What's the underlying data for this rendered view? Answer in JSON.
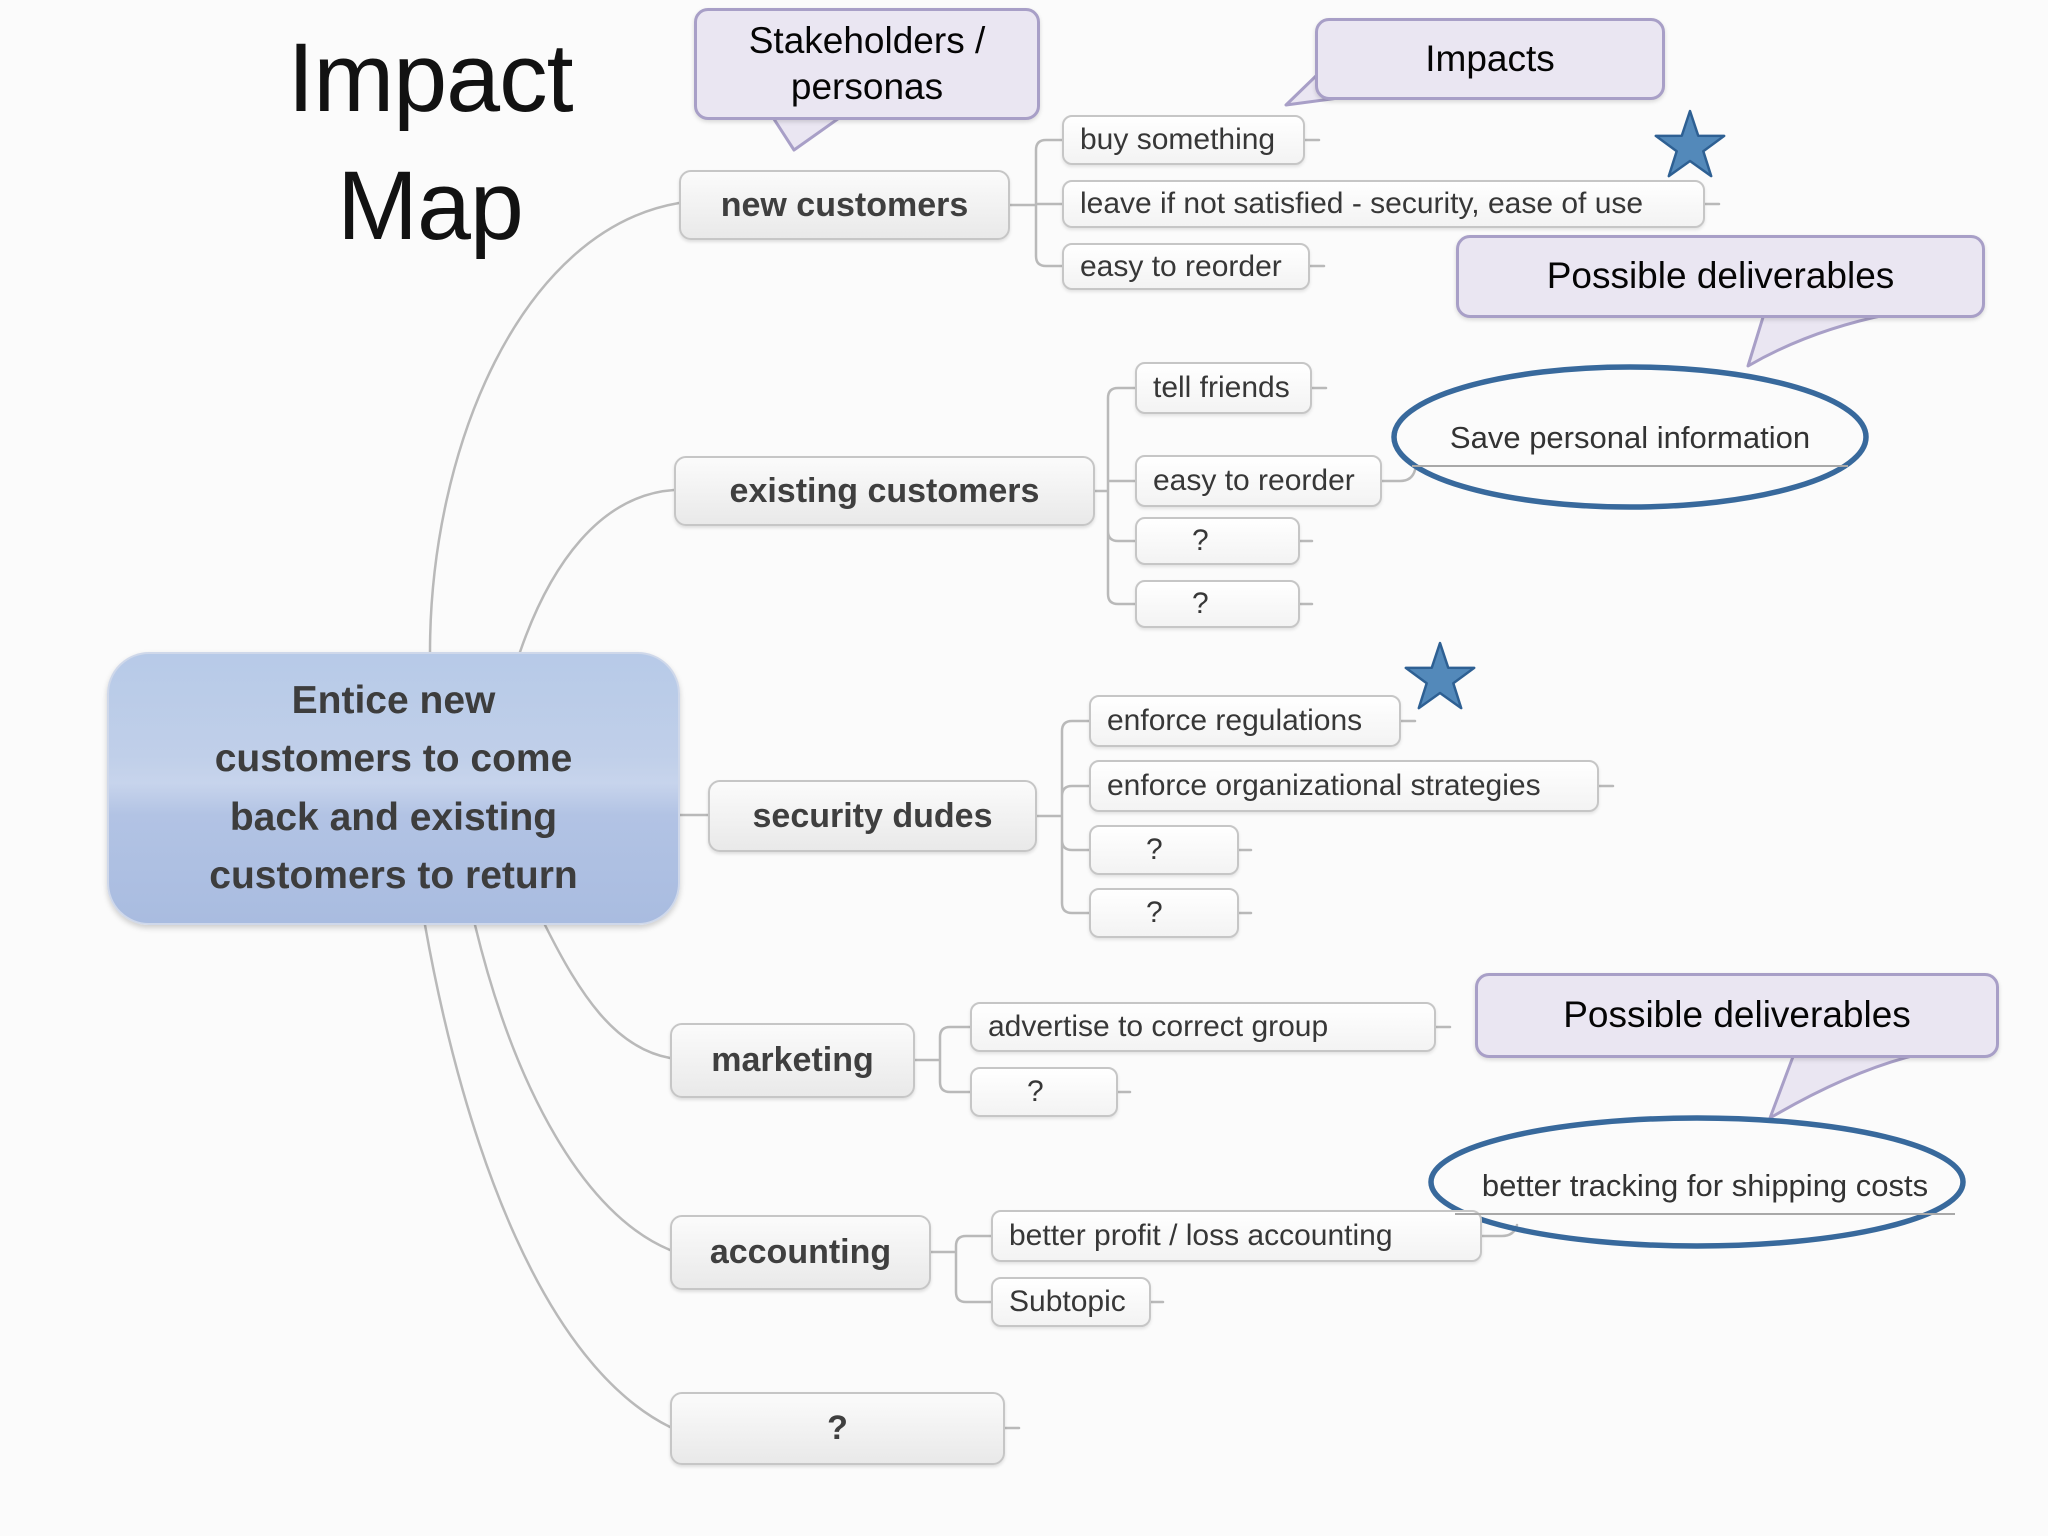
{
  "title": {
    "line1": "Impact",
    "line2": "Map"
  },
  "callouts": {
    "stakeholders": "Stakeholders / personas",
    "impacts": "Impacts",
    "deliverables_top": "Possible deliverables",
    "deliverables_bottom": "Possible deliverables"
  },
  "goal": "Entice new customers to come back and existing customers to return",
  "goal_lines": [
    "Entice new",
    "customers to come",
    "back and existing",
    "customers to return"
  ],
  "actors": [
    {
      "label": "new customers",
      "impacts": [
        "buy something",
        "leave if not satisfied - security, ease of use",
        "easy to reorder"
      ]
    },
    {
      "label": "existing customers",
      "impacts": [
        "tell friends",
        "easy to reorder",
        "?",
        "?"
      ]
    },
    {
      "label": "security dudes",
      "impacts": [
        "enforce regulations",
        "enforce organizational strategies",
        "?",
        "?"
      ]
    },
    {
      "label": "marketing",
      "impacts": [
        "advertise to correct group",
        "?"
      ]
    },
    {
      "label": "accounting",
      "impacts": [
        "better profit / loss accounting",
        "Subtopic"
      ]
    },
    {
      "label": "?",
      "impacts": []
    }
  ],
  "deliverables": [
    {
      "label": "Save personal information"
    },
    {
      "label": "better tracking for shipping costs"
    }
  ],
  "colors": {
    "bubble-fill": "#eae6f2",
    "bubble-border": "#a89fc7",
    "ellipse-stroke": "#38699c",
    "star-fill": "#5389ba",
    "star-stroke": "#2e6093",
    "connector": "#b9b9b9",
    "node-border": "#c6c6c6",
    "central-top": "#b7cae8",
    "central-bottom": "#a9bce0"
  }
}
